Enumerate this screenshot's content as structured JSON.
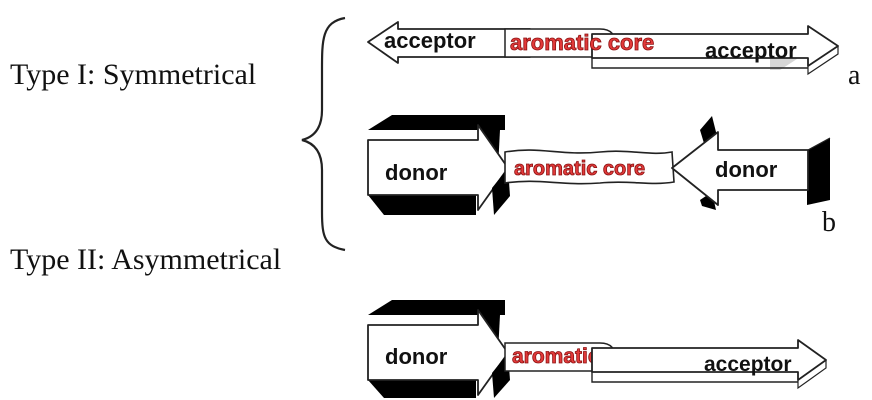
{
  "types": {
    "symmetrical": "Type I: Symmetrical",
    "asymmetrical": "Type II: Asymmetrical"
  },
  "panels": {
    "a": {
      "letter": "a",
      "left_label": "acceptor",
      "core_label": "aromatic core",
      "right_label": "acceptor"
    },
    "b": {
      "letter": "b",
      "left_label": "donor",
      "core_label": "aromatic core",
      "right_label": "donor"
    },
    "c": {
      "left_label": "donor",
      "core_label": "aromatic core",
      "right_label": "acceptor"
    }
  },
  "colors": {
    "core_text": "#e23a3a",
    "arrow_fill": "#ffffff",
    "arrow_stroke": "#222222",
    "shadow": "#000000"
  }
}
